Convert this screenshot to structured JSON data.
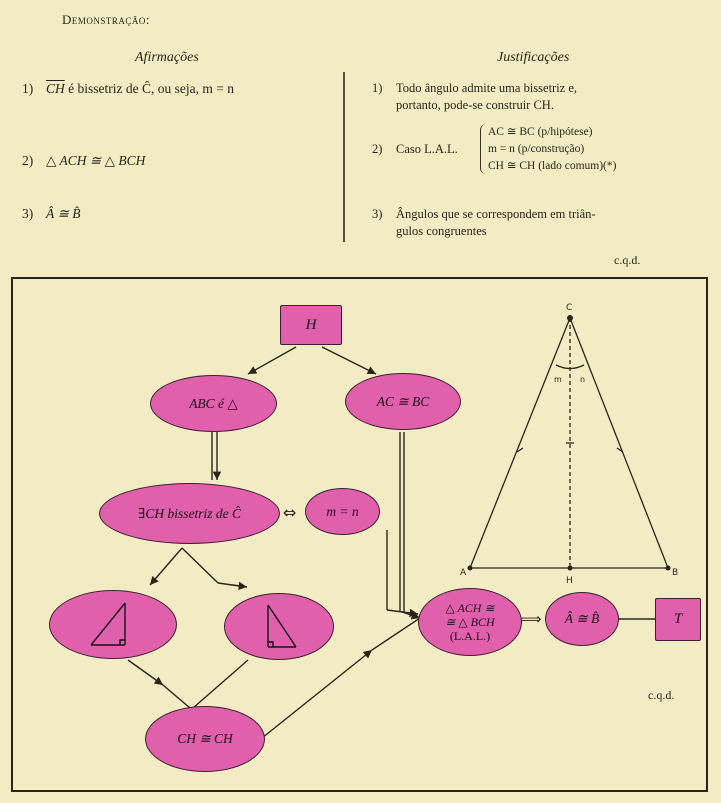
{
  "demo_title": "Demonstração:",
  "columns": {
    "affirmations": "Afirmações",
    "justifications": "Justificações"
  },
  "affirmations": [
    {
      "num": "1)",
      "seg": "CH",
      "text": " é bissetriz de Ĉ, ou seja, m = n"
    },
    {
      "num": "2)",
      "text": "△ ACH ≅ △ BCH"
    },
    {
      "num": "3)",
      "text": "Â ≅ B̂"
    }
  ],
  "justifications": [
    {
      "num": "1)",
      "line1": "Todo ângulo admite uma bissetriz e,",
      "line2": "portanto, pode-se construir CH."
    },
    {
      "num": "2)",
      "text": "Caso L.A.L.",
      "items": [
        "AC ≅ BC (p/hipótese)",
        "m = n    (p/construção)",
        "CH ≅ CH (lado comum)(*)"
      ]
    },
    {
      "num": "3)",
      "line1": "Ângulos que se correspondem em triân-",
      "line2": "gulos congruentes"
    }
  ],
  "cqd": "c.q.d.",
  "diagram": {
    "hyp": "H",
    "abc": "ABC é △",
    "acbc": "AC ≅ BC",
    "bissetriz": "∃CH bissetriz de Ĉ",
    "iff": "⇔",
    "mn": "m = n",
    "congr_line1": "△ ACH ≅",
    "congr_line2": "≅ △ BCH",
    "congr_line3": "(L.A.L.)",
    "implies": "⟹",
    "angles": "Â ≅ B̂",
    "thesis": "T",
    "chch": "CH ≅ CH",
    "tri_labels": {
      "c": "C",
      "a": "A",
      "b": "B",
      "h": "H",
      "m": "m",
      "n": "n"
    },
    "cqd": "c.q.d."
  }
}
